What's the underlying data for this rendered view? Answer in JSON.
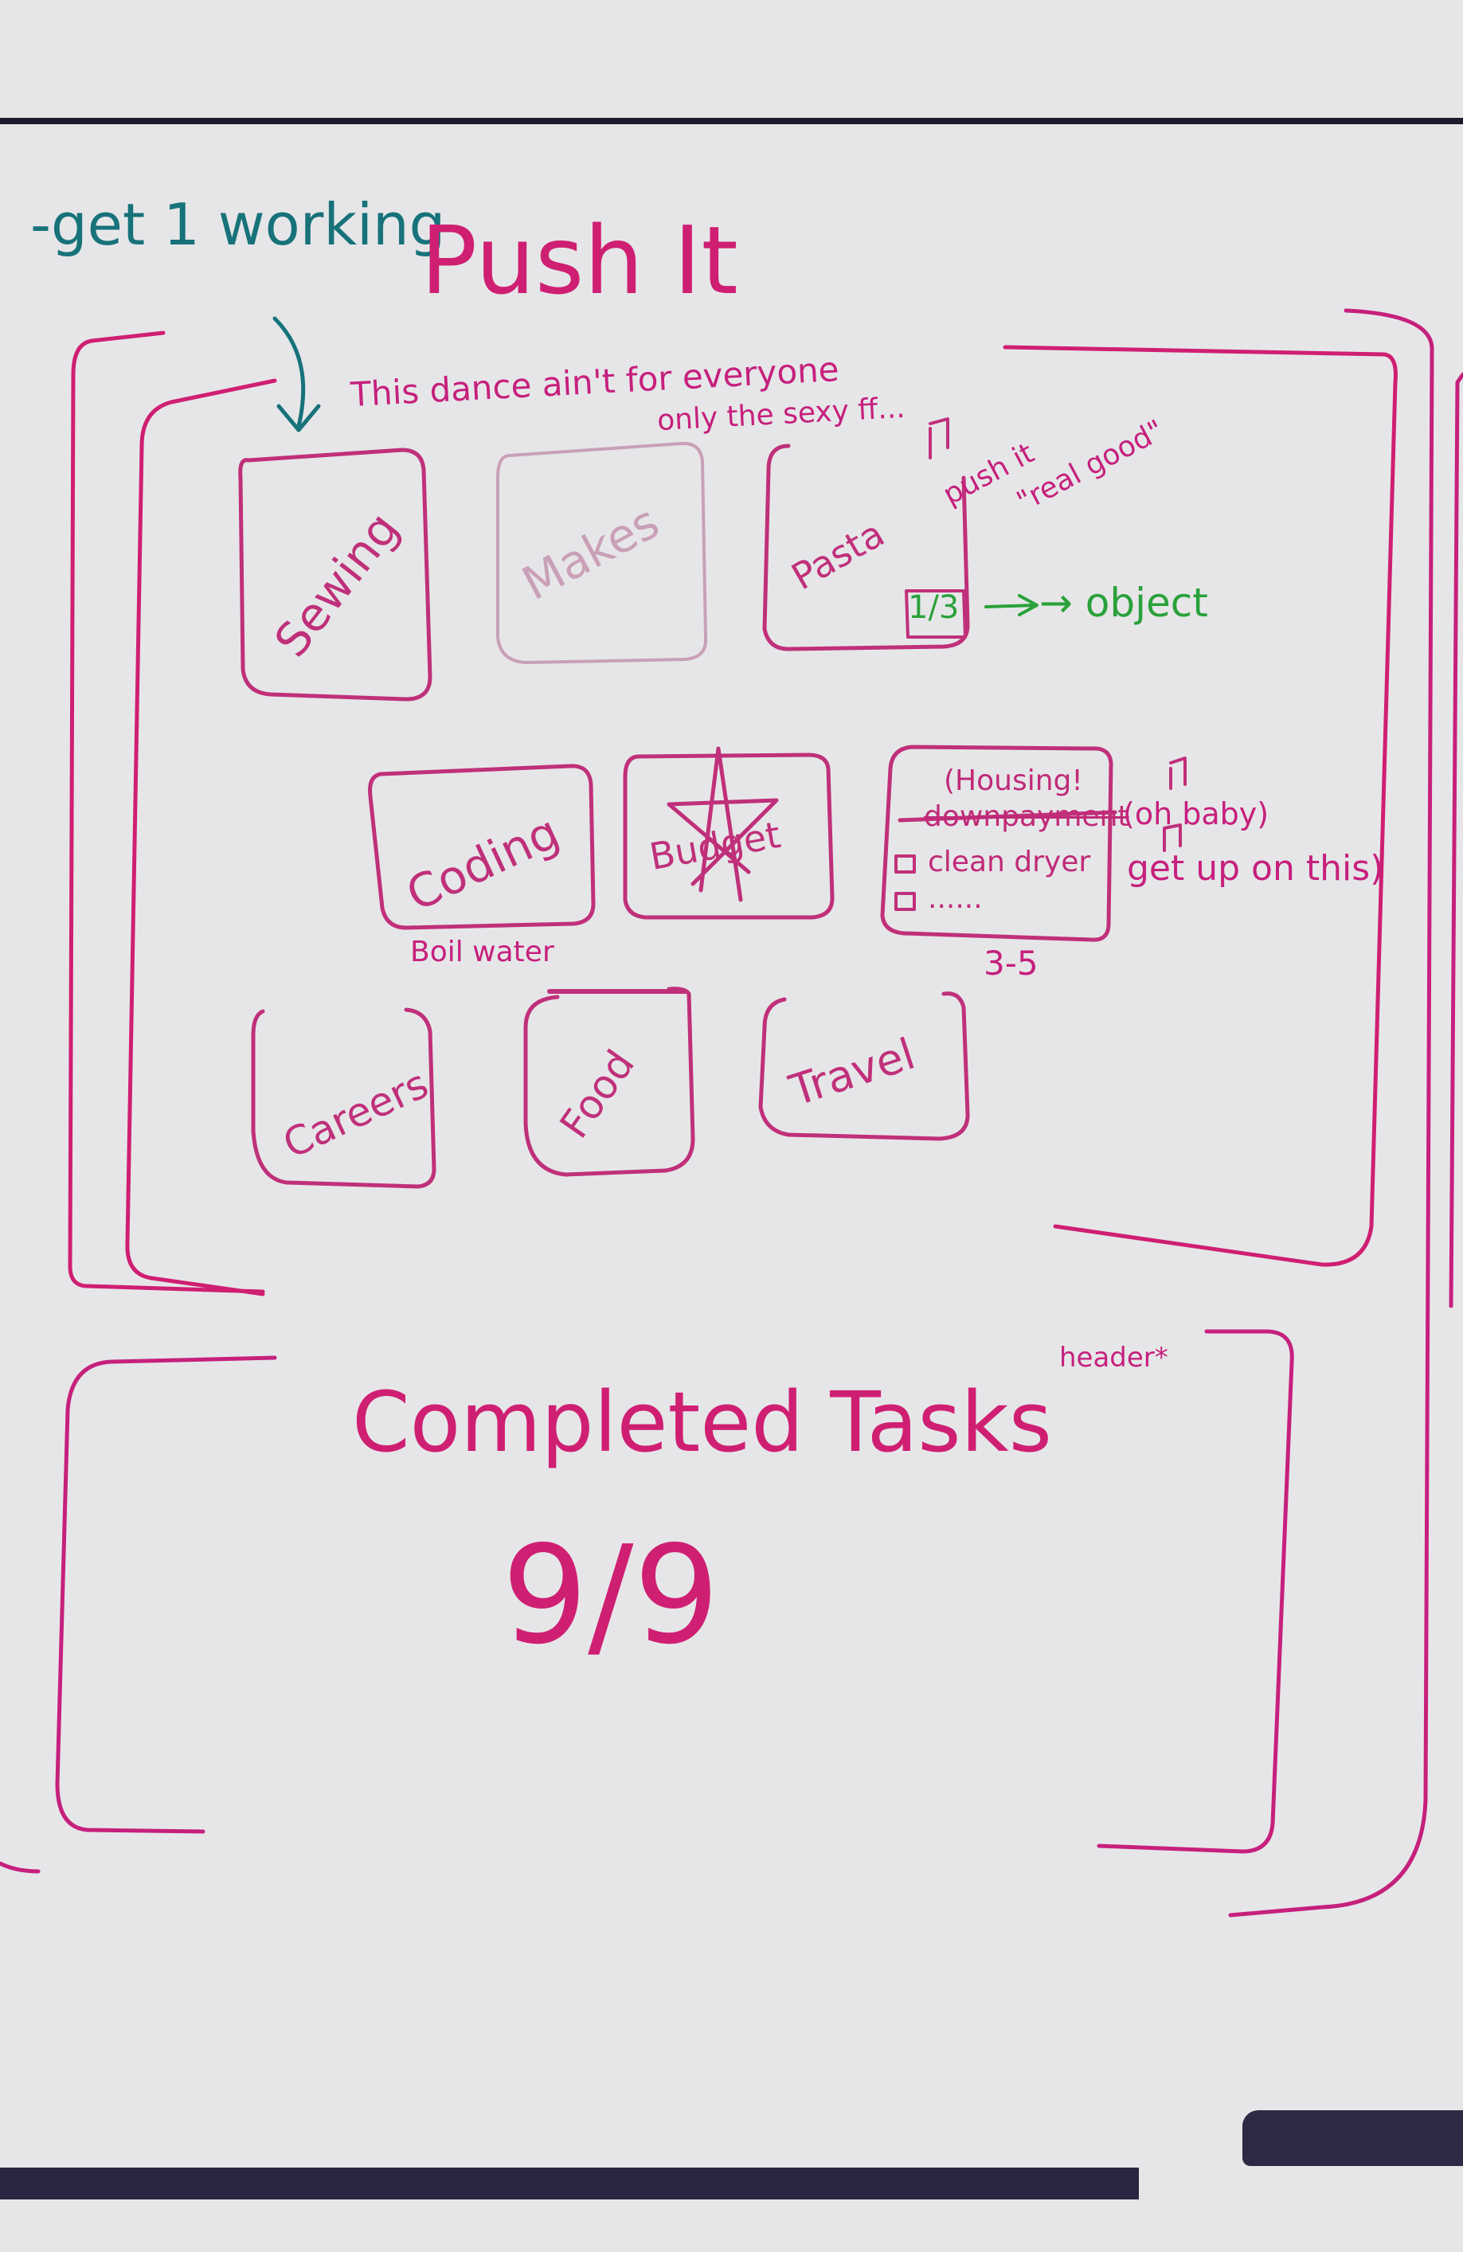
{
  "annotations": {
    "get_working": "-get 1 working",
    "tagline_line1": "This dance ain't for everyone",
    "tagline_line2": "only the sexy ff...",
    "note_push_it": "push it",
    "note_real_good": "\"real good\"",
    "progress": "1/3",
    "object_note": "→ object",
    "boil_water": "Boil water",
    "range": "3-5",
    "oh_baby": "(oh baby)",
    "get_up_on_this": "get up on this)",
    "header_note": "header*"
  },
  "app": {
    "title": "Push It"
  },
  "tiles": [
    {
      "label": "Sewing"
    },
    {
      "label": "Makes"
    },
    {
      "label": "Pasta"
    },
    {
      "label": "Coding"
    },
    {
      "label": "Budget"
    },
    {
      "label": "Careers"
    },
    {
      "label": "Food"
    },
    {
      "label": "Travel"
    }
  ],
  "housing_card": {
    "title": "(Housing!",
    "items": [
      {
        "label": "downpayment",
        "done": true
      },
      {
        "label": "clean dryer",
        "done": false
      },
      {
        "label": "......",
        "done": false
      }
    ]
  },
  "completed": {
    "label": "Completed Tasks",
    "count": "9/9"
  },
  "colors": {
    "ink_pink": "#cf1f72",
    "ink_teal": "#17727a",
    "ink_green": "#2aa13a",
    "board": "#e6e6e8"
  }
}
